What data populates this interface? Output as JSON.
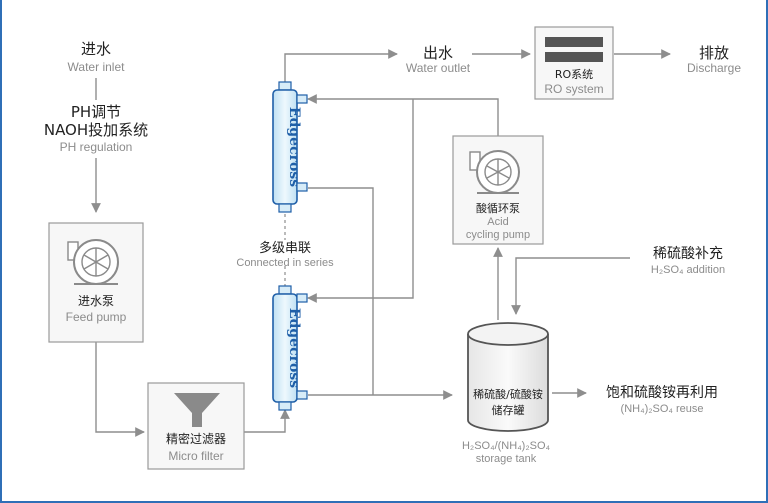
{
  "labels": {
    "water_inlet_zh": "进水",
    "water_inlet_en": "Water inlet",
    "ph_zh_line1": "PH调节",
    "ph_zh_line2": "NAOH投加系统",
    "ph_en": "PH regulation",
    "water_outlet_zh": "出水",
    "water_outlet_en": "Water outlet",
    "ro_zh": "RO系统",
    "ro_en": "RO system",
    "discharge_zh": "排放",
    "discharge_en": "Discharge",
    "feed_pump_zh": "进水泵",
    "feed_pump_en": "Feed pump",
    "acid_pump_zh": "酸循环泵",
    "acid_pump_en_line1": "Acid",
    "acid_pump_en_line2": "cycling pump",
    "series_zh": "多级串联",
    "series_en": "Connected in series",
    "acid_add_zh": "稀硫酸补充",
    "acid_add_en": "H₂SO₄ addition",
    "micro_filter_zh": "精密过滤器",
    "micro_filter_en": "Micro filter",
    "tank_zh_line1": "稀硫酸/硫酸铵",
    "tank_zh_line2": "储存罐",
    "tank_en_line1": "H₂SO₄/(NH₄)₂SO₄",
    "tank_en_line2": "storage tank",
    "reuse_zh": "饱和硫酸铵再利用",
    "reuse_en": "(NH₄)₂SO₄ reuse",
    "module_brand": "Edgecross"
  },
  "colors": {
    "module_blue": "#1f5fa8",
    "module_fill": "#d7ecf8",
    "pipe_gray": "#8e8e8e",
    "frame_blue": "#2f6fb7"
  },
  "icons": [
    "pump-icon",
    "funnel-icon",
    "membrane-module-icon",
    "tank-icon",
    "ro-unit-icon"
  ]
}
